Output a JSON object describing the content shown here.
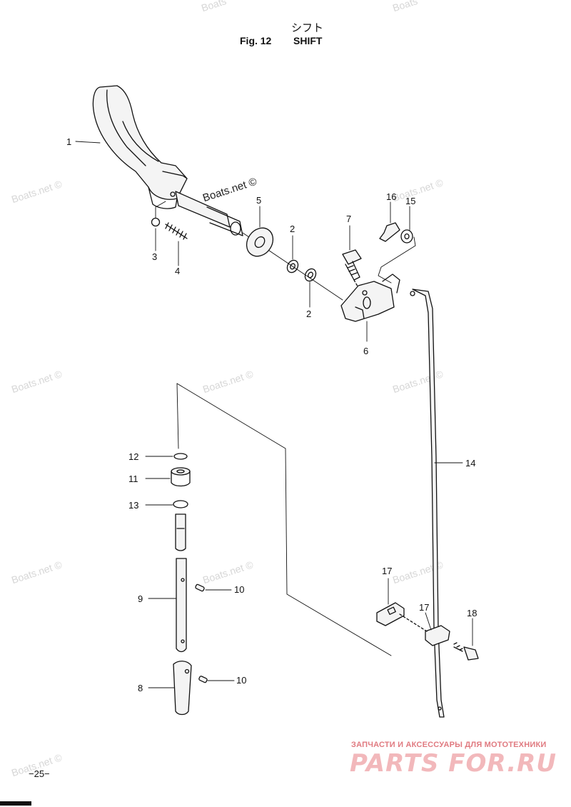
{
  "header": {
    "title_jp": "シフト",
    "fig_label": "Fig. 12",
    "fig_title": "SHIFT"
  },
  "watermarks": {
    "text": "Boats.net ©",
    "top_text": "Boats"
  },
  "callouts": {
    "c1": "1",
    "c2a": "2",
    "c2b": "2",
    "c3": "3",
    "c4": "4",
    "c5": "5",
    "c6": "6",
    "c7": "7",
    "c8": "8",
    "c9": "9",
    "c10a": "10",
    "c10b": "10",
    "c11": "11",
    "c12": "12",
    "c13": "13",
    "c14": "14",
    "c15": "15",
    "c16": "16",
    "c17a": "17",
    "c17b": "17",
    "c18": "18"
  },
  "footer": {
    "page_number": "−25−",
    "store_tagline": "ЗАПЧАСТИ И АКСЕССУАРЫ ДЛЯ МОТОТЕХНИКИ",
    "store_logo": "PARTS FOR.RU"
  }
}
